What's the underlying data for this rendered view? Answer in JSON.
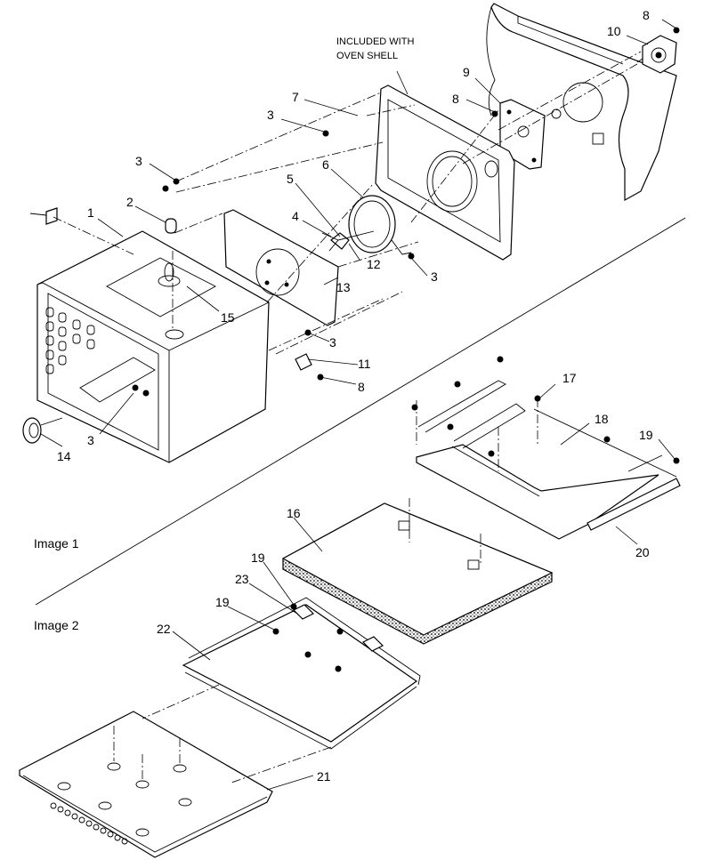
{
  "note_included": [
    "INCLUDED WITH",
    "OVEN SHELL"
  ],
  "image_captions": {
    "image1": "Image 1",
    "image2": "Image 2"
  },
  "callouts": {
    "c1": "1",
    "c2": "2",
    "c3a": "3",
    "c3b": "3",
    "c3c": "3",
    "c3d": "3",
    "c3e": "3",
    "c4": "4",
    "c5": "5",
    "c6": "6",
    "c7": "7",
    "c8a": "8",
    "c8b": "8",
    "c8c": "8",
    "c9": "9",
    "c10": "10",
    "c11": "11",
    "c12": "12",
    "c13": "13",
    "c14": "14",
    "c15": "15",
    "c16": "16",
    "c17": "17",
    "c18": "18",
    "c19a": "19",
    "c19b": "19",
    "c19c": "19",
    "c20": "20",
    "c21": "21",
    "c22": "22",
    "c23": "23"
  }
}
